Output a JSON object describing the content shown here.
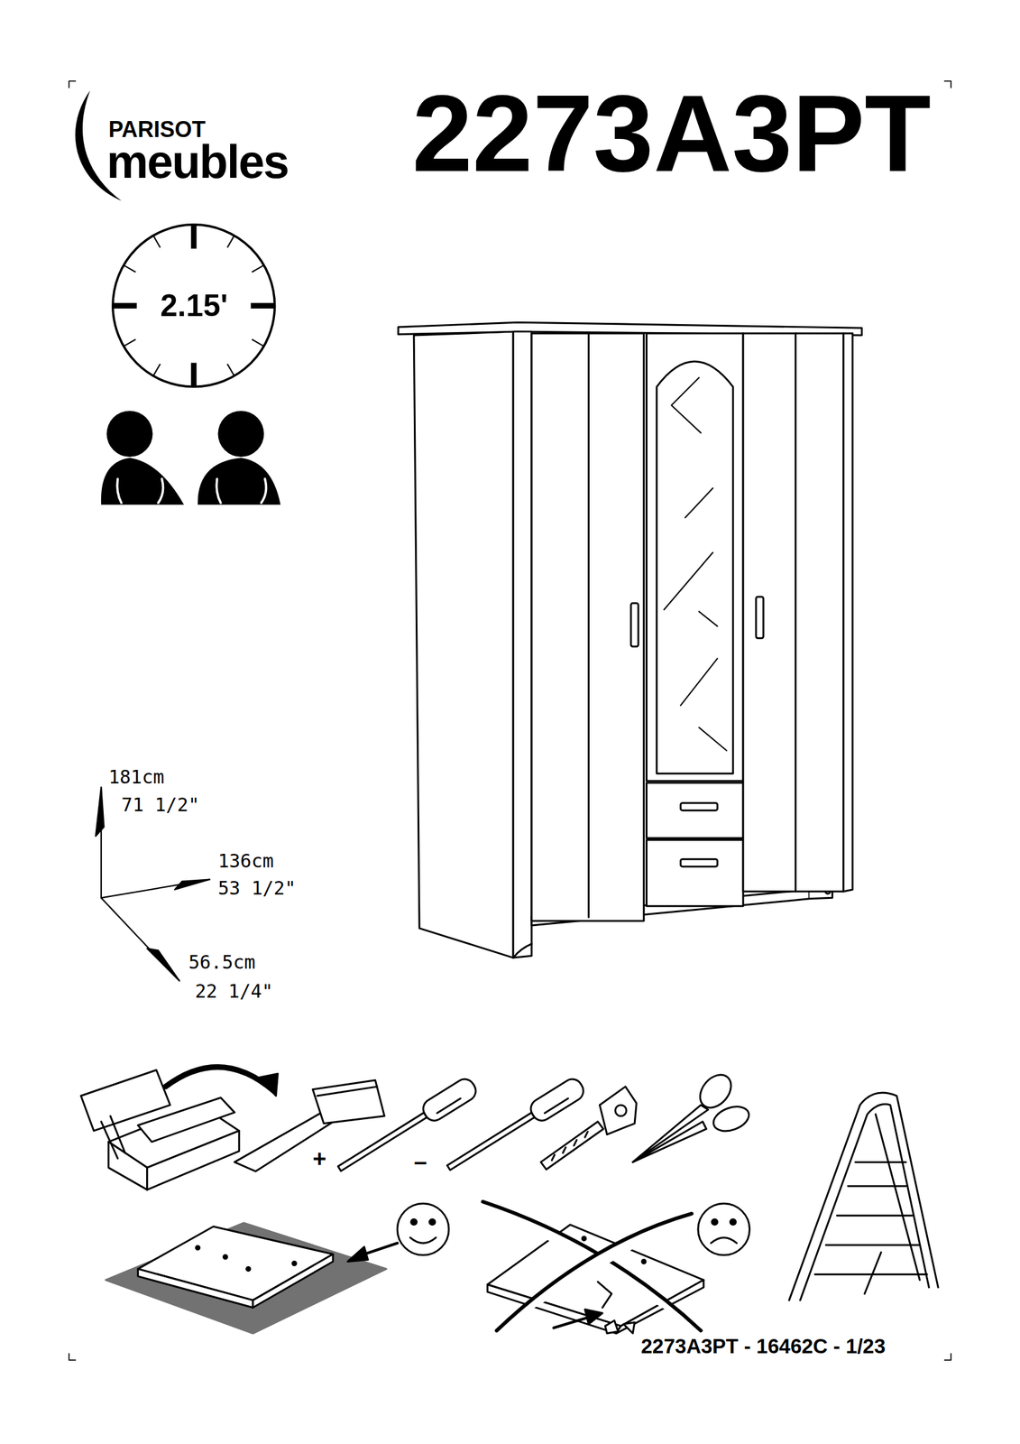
{
  "diagram": {
    "title": "2273A3PT",
    "nodes": [
      {
        "text": [
          "2.15'"
        ]
      }
    ],
    "labels": [
      "PARISOT",
      "meubles",
      "181cm",
      "71 1/2\"",
      "136cm",
      "53 1/2\"",
      "56.5cm",
      "22 1/4\"",
      "+",
      "–",
      "2273A3PT - 16462C - 1/23"
    ]
  }
}
